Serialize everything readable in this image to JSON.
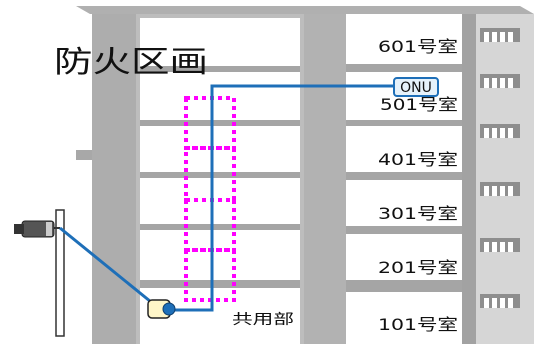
{
  "diagram": {
    "title_label": "防火区画",
    "common_area_label": "共用部",
    "onu_label": "ONU",
    "rooms": [
      "601号室",
      "501号室",
      "401号室",
      "301号室",
      "201号室",
      "101号室"
    ]
  },
  "colors": {
    "wall_dark": "#9a9a9a",
    "wall_mid": "#b5b5b5",
    "wall_light": "#d2d2d2",
    "room_fill": "#ffffff",
    "cable": "#1e6fb8",
    "fire_partition": "#ff00ff",
    "onu_fill": "#e6f2fb",
    "device_fill": "#fff6c8"
  }
}
